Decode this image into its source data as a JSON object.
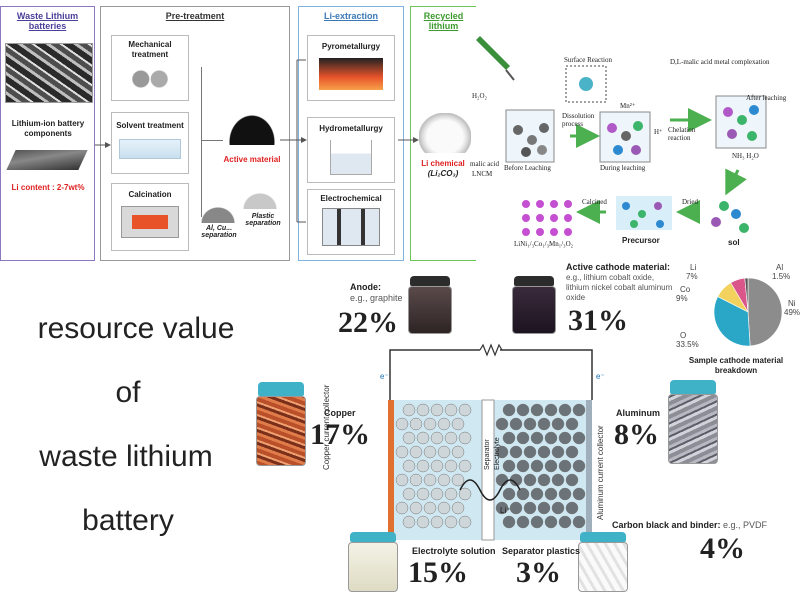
{
  "recycling_flow": {
    "waste_panel": {
      "title": "Waste Lithium batteries",
      "components_label": "Lithium-ion battery components",
      "li_content": "Li content : 2-7wt%"
    },
    "pretreatment_panel": {
      "title": "Pre-treatment",
      "mechanical": "Mechanical treatment",
      "solvent": "Solvent treatment",
      "calcination": "Calcination",
      "active_material": "Active material",
      "al_cu": "Al, Cu... separation",
      "plastic": "Plastic separation"
    },
    "li_extraction_panel": {
      "title": "Li-extraction",
      "pyro": "Pyrometallurgy",
      "hydro": "Hydrometallurgy",
      "electro": "Electrochemical"
    },
    "recycled_panel": {
      "title": "Recycled lithium",
      "product": "Li chemical",
      "formula": "(Li₂CO₃)"
    }
  },
  "leaching_process": {
    "h2o2": "H₂O₂",
    "malic_acid": "malic acid",
    "lncm": "LNCM",
    "before": "Before Leaching",
    "surface_reaction": "Surface Reaction",
    "dissolution": "Dissolution process",
    "during": "During leaching",
    "mn": "Mn²⁺",
    "hplus": "H⁺",
    "complexation": "D,L-malic acid metal complexation",
    "chelation": "Chelation reaction",
    "after": "After leaching",
    "nh3": "NH₃ H₂O",
    "calcined": "Calcined",
    "dried": "Dried",
    "precursor": "Precursor",
    "sol": "sol",
    "product_formula": "LiNi₁/₃Co₁/₃Mn₁/₃O₂"
  },
  "title_lines": [
    "resource value",
    "of",
    "waste lithium",
    "battery"
  ],
  "materials": {
    "anode": {
      "name": "Anode:",
      "desc": "e.g., graphite",
      "pct": "22%"
    },
    "cathode": {
      "name": "Active cathode material:",
      "desc": "e.g., lithium cobalt oxide, lithium nickel cobalt aluminum oxide",
      "pct": "31%"
    },
    "copper": {
      "name": "Copper",
      "pct": "17%"
    },
    "aluminum": {
      "name": "Aluminum",
      "pct": "8%"
    },
    "carbon": {
      "name": "Carbon black and binder:",
      "desc": "e.g., PVDF",
      "pct": "4%"
    },
    "electrolyte": {
      "name": "Electrolyte solution",
      "pct": "15%"
    },
    "separator": {
      "name": "Separator plastics",
      "pct": "3%"
    }
  },
  "cell_labels": {
    "copper_collector": "Copper current collector",
    "aluminum_collector": "Aluminum current collector",
    "electrolyte": "Electrolyte",
    "separator": "Separator",
    "e_minus": "e⁻",
    "li_plus": "Li⁺"
  },
  "pie": {
    "caption": "Sample cathode material breakdown",
    "slices": [
      {
        "label": "Ni",
        "value": 49,
        "display": "49%",
        "color": "#8c8c8c"
      },
      {
        "label": "O",
        "value": 33.5,
        "display": "33.5%",
        "color": "#2aa6c6"
      },
      {
        "label": "Co",
        "value": 9,
        "display": "9%",
        "color": "#f2d15c"
      },
      {
        "label": "Li",
        "value": 7,
        "display": "7%",
        "color": "#d9558a"
      },
      {
        "label": "Al",
        "value": 1.5,
        "display": "1.5%",
        "color": "#555555"
      }
    ]
  },
  "colors": {
    "waste": "#6a4fa3",
    "pretreat": "#666666",
    "li_ext": "#4a88c7",
    "recycled": "#5ab44a",
    "jar_lid": "#3fb2c8",
    "copper": "#e07030",
    "aluminum": "#9ab",
    "red_text": "#e02020"
  }
}
